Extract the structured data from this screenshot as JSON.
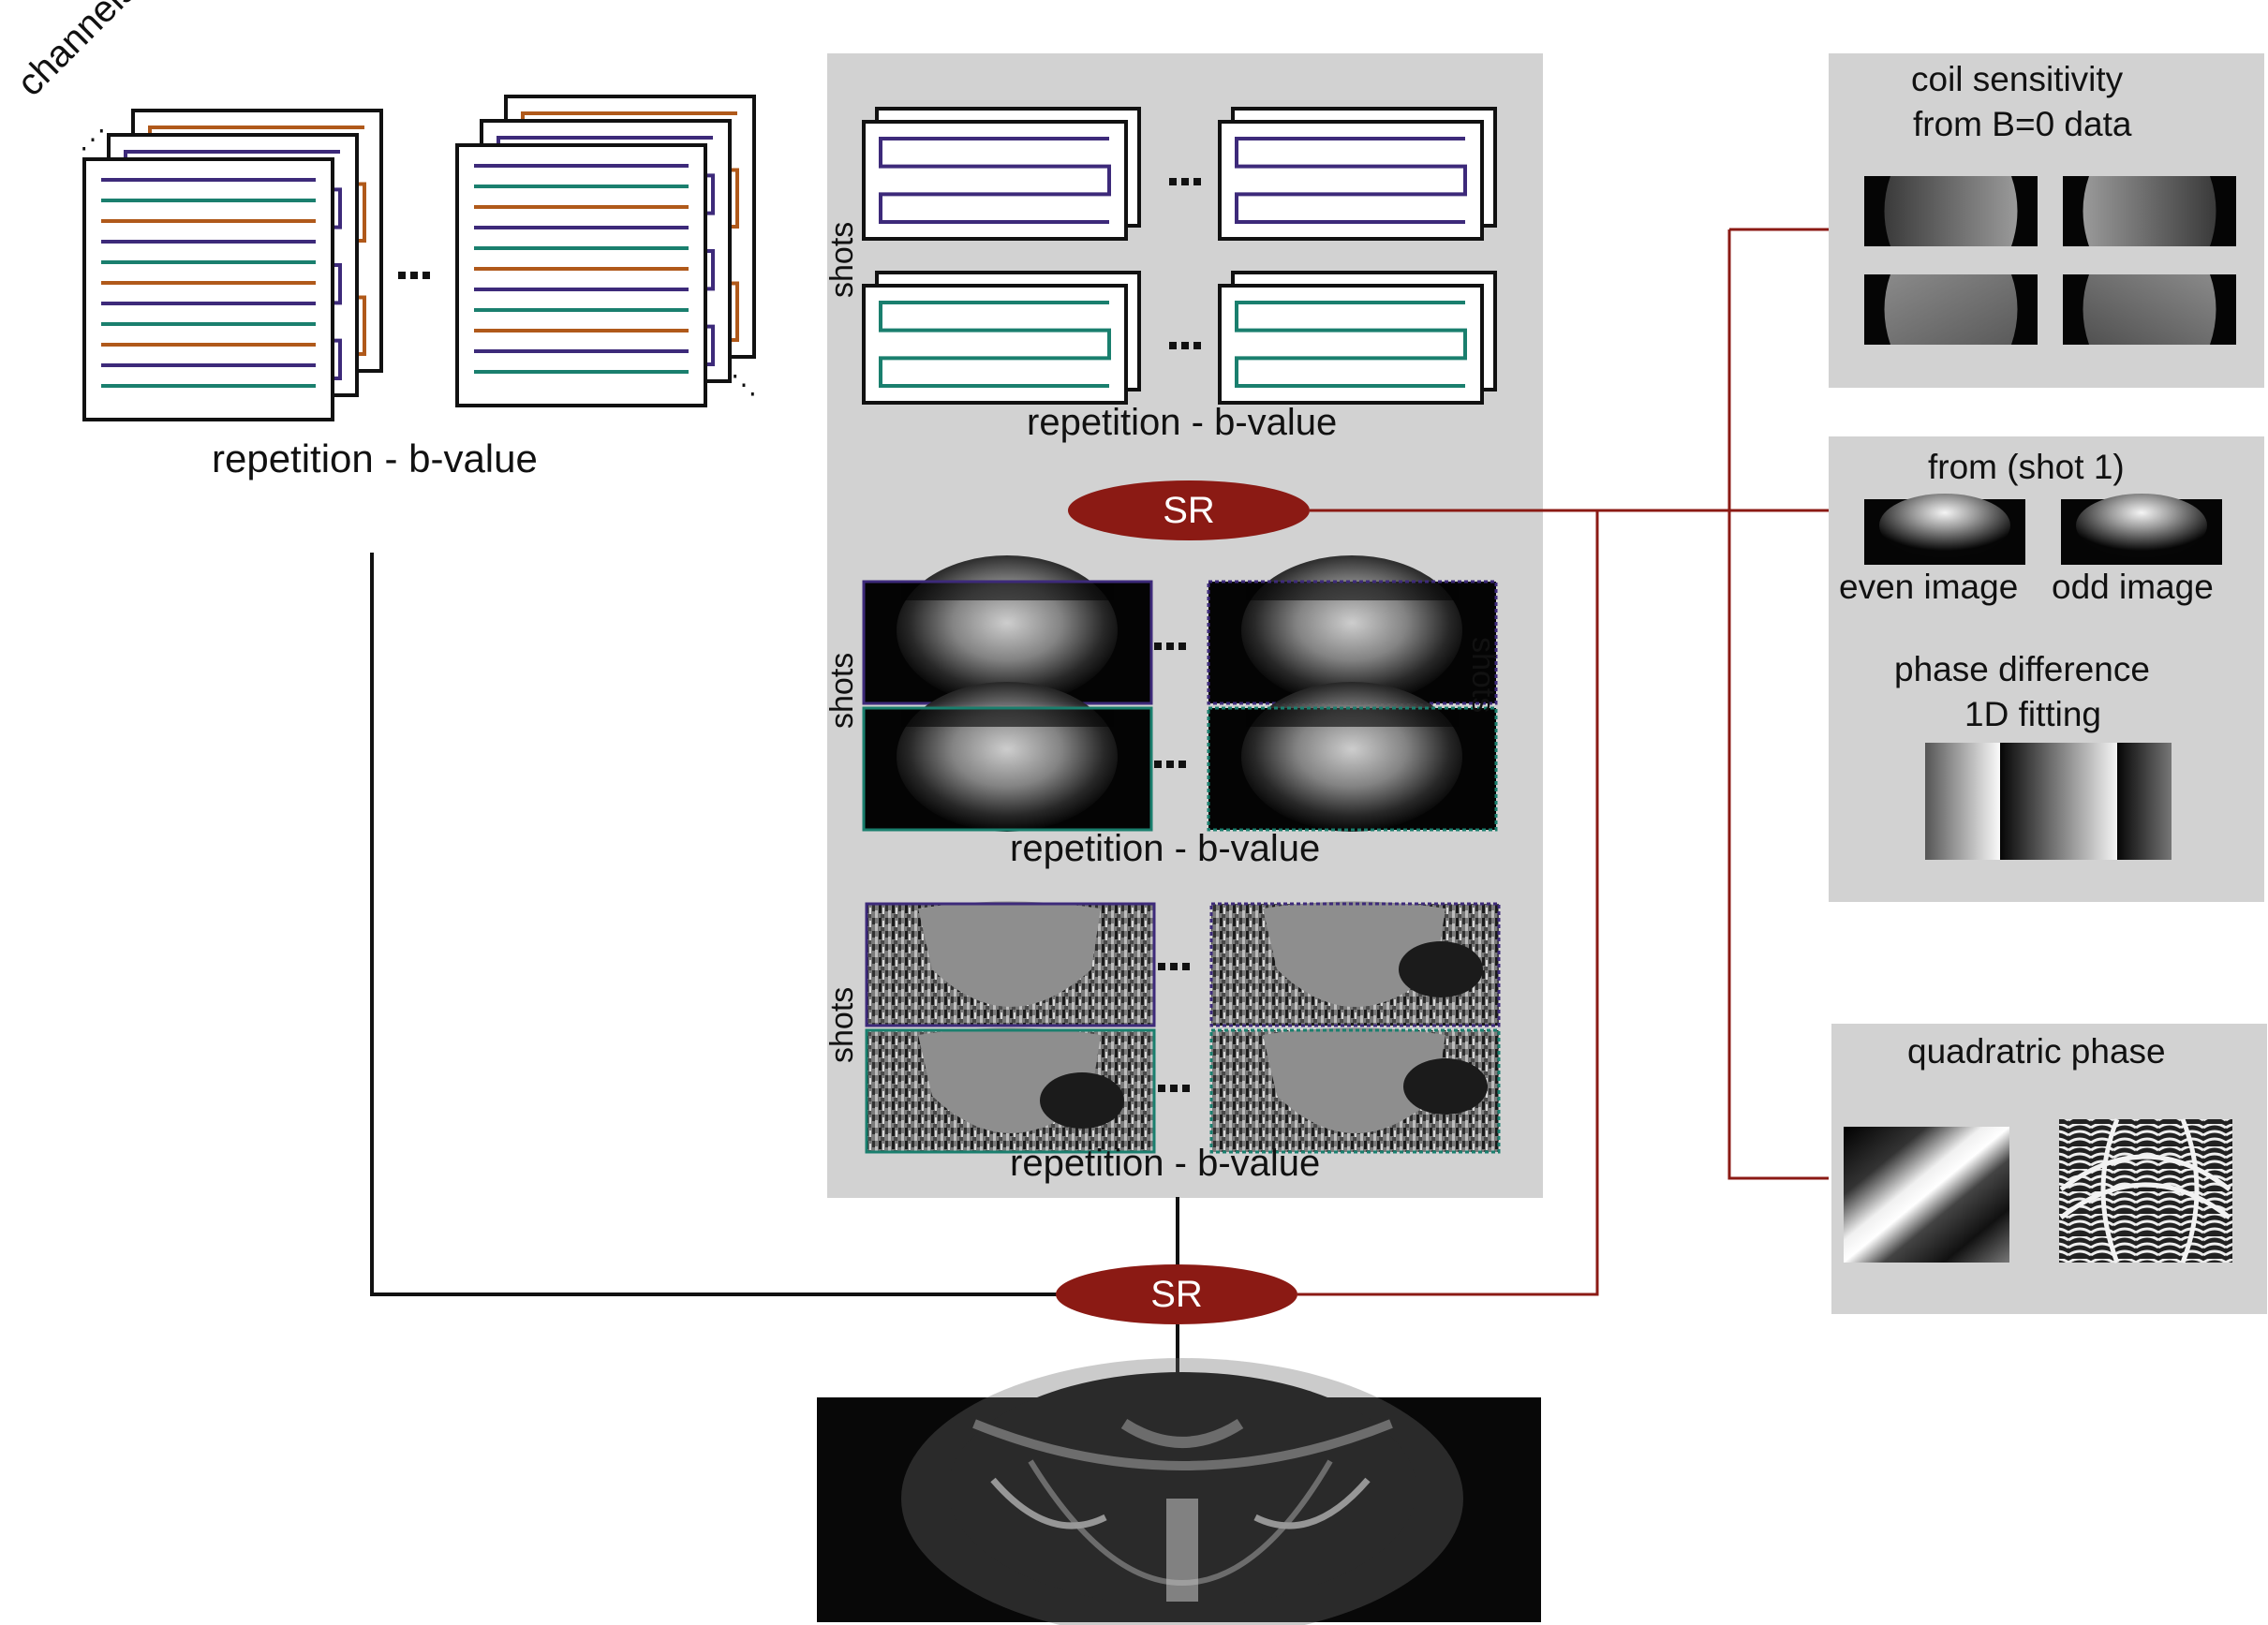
{
  "input": {
    "channels_label": "channels",
    "axis_label": "repetition - b-value"
  },
  "center": {
    "shots_label": "shots",
    "axis_label": "repetition - b-value",
    "sr_label": "SR"
  },
  "right": {
    "coil": {
      "title_line1": "coil sensitivity",
      "title_line2": "from B=0 data"
    },
    "shot": {
      "title": "from (shot 1)",
      "even_label": "even image",
      "odd_label": "odd image",
      "phase_line1": "phase difference",
      "phase_line2": "1D fitting"
    },
    "quad": {
      "title": "quadratric phase"
    }
  },
  "bottom": {
    "sr_label": "SR"
  },
  "colors": {
    "shot1": "#3d2a7a",
    "shot2": "#1a7f6e",
    "channel_orange": "#b0591a",
    "sr_fill": "#8b1a14",
    "red_line": "#8b1a14",
    "panel_gray": "#d2d2d2"
  }
}
